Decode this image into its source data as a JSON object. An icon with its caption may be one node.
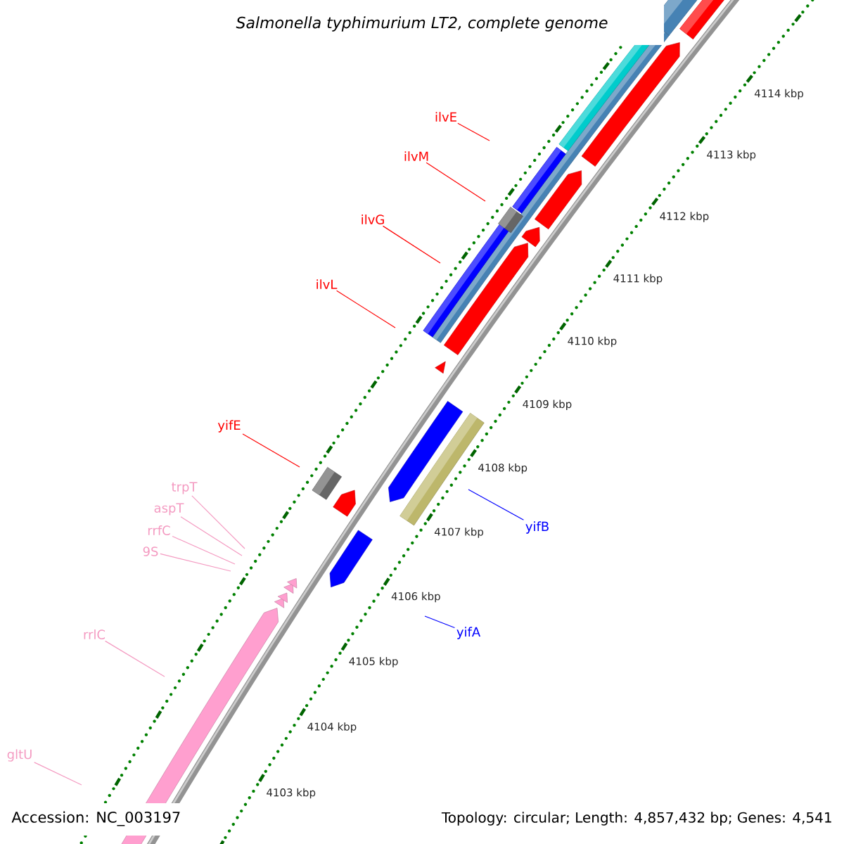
{
  "diagram": {
    "title": "Salmonella typhimurium LT2, complete genome",
    "nodes": [
      {
        "text": [
          "ilvE"
        ]
      },
      {
        "text": [
          "ilvM"
        ]
      },
      {
        "text": [
          "ilvG"
        ]
      },
      {
        "text": [
          "ilvL"
        ]
      },
      {
        "text": [
          "yifE"
        ]
      },
      {
        "text": [
          "trpT"
        ]
      },
      {
        "text": [
          "aspT"
        ]
      },
      {
        "text": [
          "yifB"
        ]
      },
      {
        "text": [
          "rrfC"
        ]
      },
      {
        "text": [
          "9S"
        ]
      },
      {
        "text": [
          "yifA"
        ]
      },
      {
        "text": [
          "rrlC"
        ]
      },
      {
        "text": [
          "gltU"
        ]
      }
    ],
    "edges": [
      {
        "from": 0,
        "to": null,
        "arrow": "none",
        "color": "#ff0000"
      },
      {
        "from": 1,
        "to": null,
        "arrow": "none",
        "color": "#ff0000"
      },
      {
        "from": 2,
        "to": null,
        "arrow": "none",
        "color": "#ff0000"
      },
      {
        "from": 3,
        "to": null,
        "arrow": "none",
        "color": "#ff0000"
      },
      {
        "from": 4,
        "to": null,
        "arrow": "none",
        "color": "#ff0000"
      },
      {
        "from": 5,
        "to": null,
        "arrow": "none"
      },
      {
        "from": 6,
        "to": null,
        "arrow": "none"
      },
      {
        "from": 7,
        "to": null,
        "arrow": "none",
        "color": "#0000ff"
      },
      {
        "from": 8,
        "to": null,
        "arrow": "none"
      },
      {
        "from": 9,
        "to": null,
        "arrow": "none"
      },
      {
        "from": 10,
        "to": null,
        "arrow": "none",
        "color": "#0000ff"
      },
      {
        "from": 11,
        "to": null,
        "arrow": "none"
      },
      {
        "from": 12,
        "to": null,
        "arrow": "none"
      }
    ],
    "labels": [
      "4114 kbp",
      "4113 kbp",
      "4112 kbp",
      "4111 kbp",
      "4110 kbp",
      "4109 kbp",
      "4108 kbp",
      "4107 kbp",
      "4106 kbp",
      "4105 kbp",
      "4104 kbp",
      "4103 kbp",
      "Accession: NC_003197",
      "Topology: circular; Length: 4,857,432 bp; Genes: 4,541"
    ]
  }
}
